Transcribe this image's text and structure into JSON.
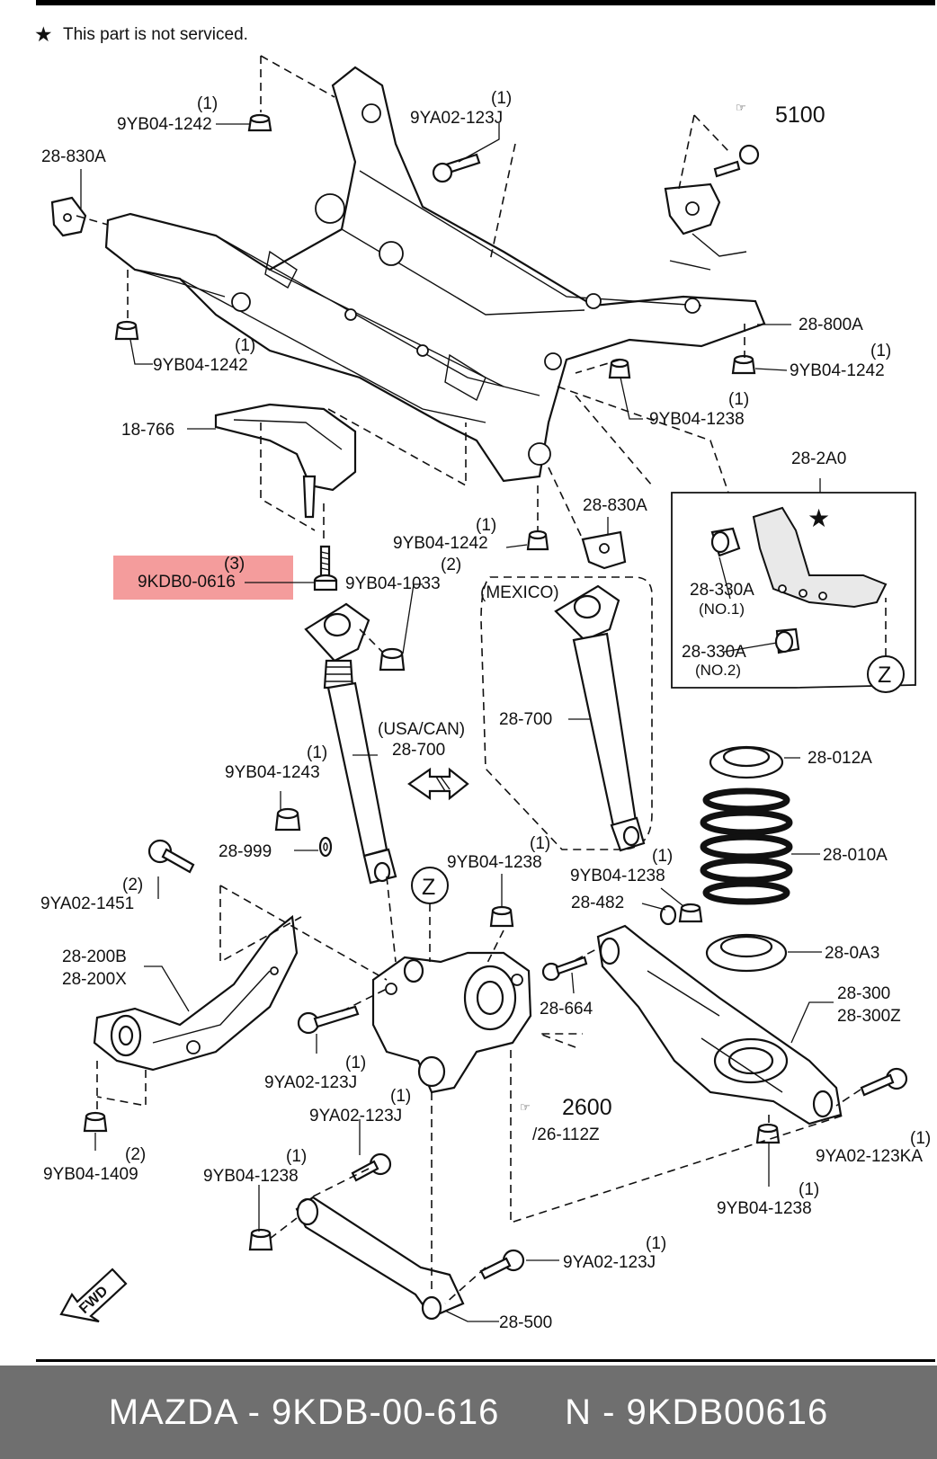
{
  "note": {
    "symbol": "★",
    "text": "This part is not serviced."
  },
  "labels": {
    "yb04_1242_top": "9YB04-1242",
    "qty_yb04_1242_top": "(1)",
    "ya02_123j_top": "9YA02-123J",
    "qty_ya02_123j_top": "(1)",
    "ref_5100": "5100",
    "p28_830a_left": "28-830A",
    "yb04_1242_left": "9YB04-1242",
    "qty_yb04_1242_left": "(1)",
    "p28_800a": "28-800A",
    "yb04_1242_right": "9YB04-1242",
    "qty_yb04_1242_right": "(1)",
    "yb04_1238_a": "9YB04-1238",
    "qty_yb04_1238_a": "(1)",
    "p18_766": "18-766",
    "p28_2a0": "28-2A0",
    "yb04_1242_mid": "9YB04-1242",
    "qty_yb04_1242_mid": "(1)",
    "p28_830a_mid": "28-830A",
    "kdb0_0616": "9KDB0-0616",
    "qty_kdb0_0616": "(3)",
    "yb04_1033": "9YB04-1033",
    "qty_yb04_1033": "(2)",
    "mexico": "(MEXICO)",
    "p28_330a_1": "28-330A",
    "no1": "(NO.1)",
    "p28_330a_2": "28-330A",
    "no2": "(NO.2)",
    "z_callout": "Z",
    "usacan": "(USA/CAN)",
    "p28_700_a": "28-700",
    "p28_700_b": "28-700",
    "yb04_1243": "9YB04-1243",
    "qty_yb04_1243": "(1)",
    "p28_012a": "28-012A",
    "p28_999": "28-999",
    "p28_010a": "28-010A",
    "yb04_1238_b": "9YB04-1238",
    "qty_yb04_1238_b": "(1)",
    "yb04_1238_c": "9YB04-1238",
    "qty_yb04_1238_c": "(1)",
    "ya02_1451": "9YA02-1451",
    "qty_ya02_1451": "(2)",
    "z_knuckle": "Z",
    "p28_482": "28-482",
    "p28_200b": "28-200B",
    "p28_200x": "28-200X",
    "p28_0a3": "28-0A3",
    "p28_664": "28-664",
    "p28_300": "28-300",
    "p28_300z": "28-300Z",
    "ya02_123j_mid": "9YA02-123J",
    "qty_ya02_123j_mid": "(1)",
    "ref_2600": "2600",
    "ref_26_112z": "/26-112Z",
    "ya02_123j_low": "9YA02-123J",
    "qty_ya02_123j_low": "(1)",
    "ya02_123ka": "9YA02-123KA",
    "qty_ya02_123ka": "(1)",
    "yb04_1409": "9YB04-1409",
    "qty_yb04_1409": "(2)",
    "yb04_1238_d": "9YB04-1238",
    "qty_yb04_1238_d": "(1)",
    "yb04_1238_e": "9YB04-1238",
    "qty_yb04_1238_e": "(1)",
    "ya02_123j_bot": "9YA02-123J",
    "qty_ya02_123j_bot": "(1)",
    "fwd": "FWD",
    "p28_500": "28-500"
  },
  "highlight": {
    "part": "9KDB0-0616",
    "color": "#f28b8b"
  },
  "footer": {
    "text": "MAZDA - 9KDB-00-616      N - 9KDB00616",
    "background": "#6f6f6f",
    "color": "#ffffff"
  }
}
